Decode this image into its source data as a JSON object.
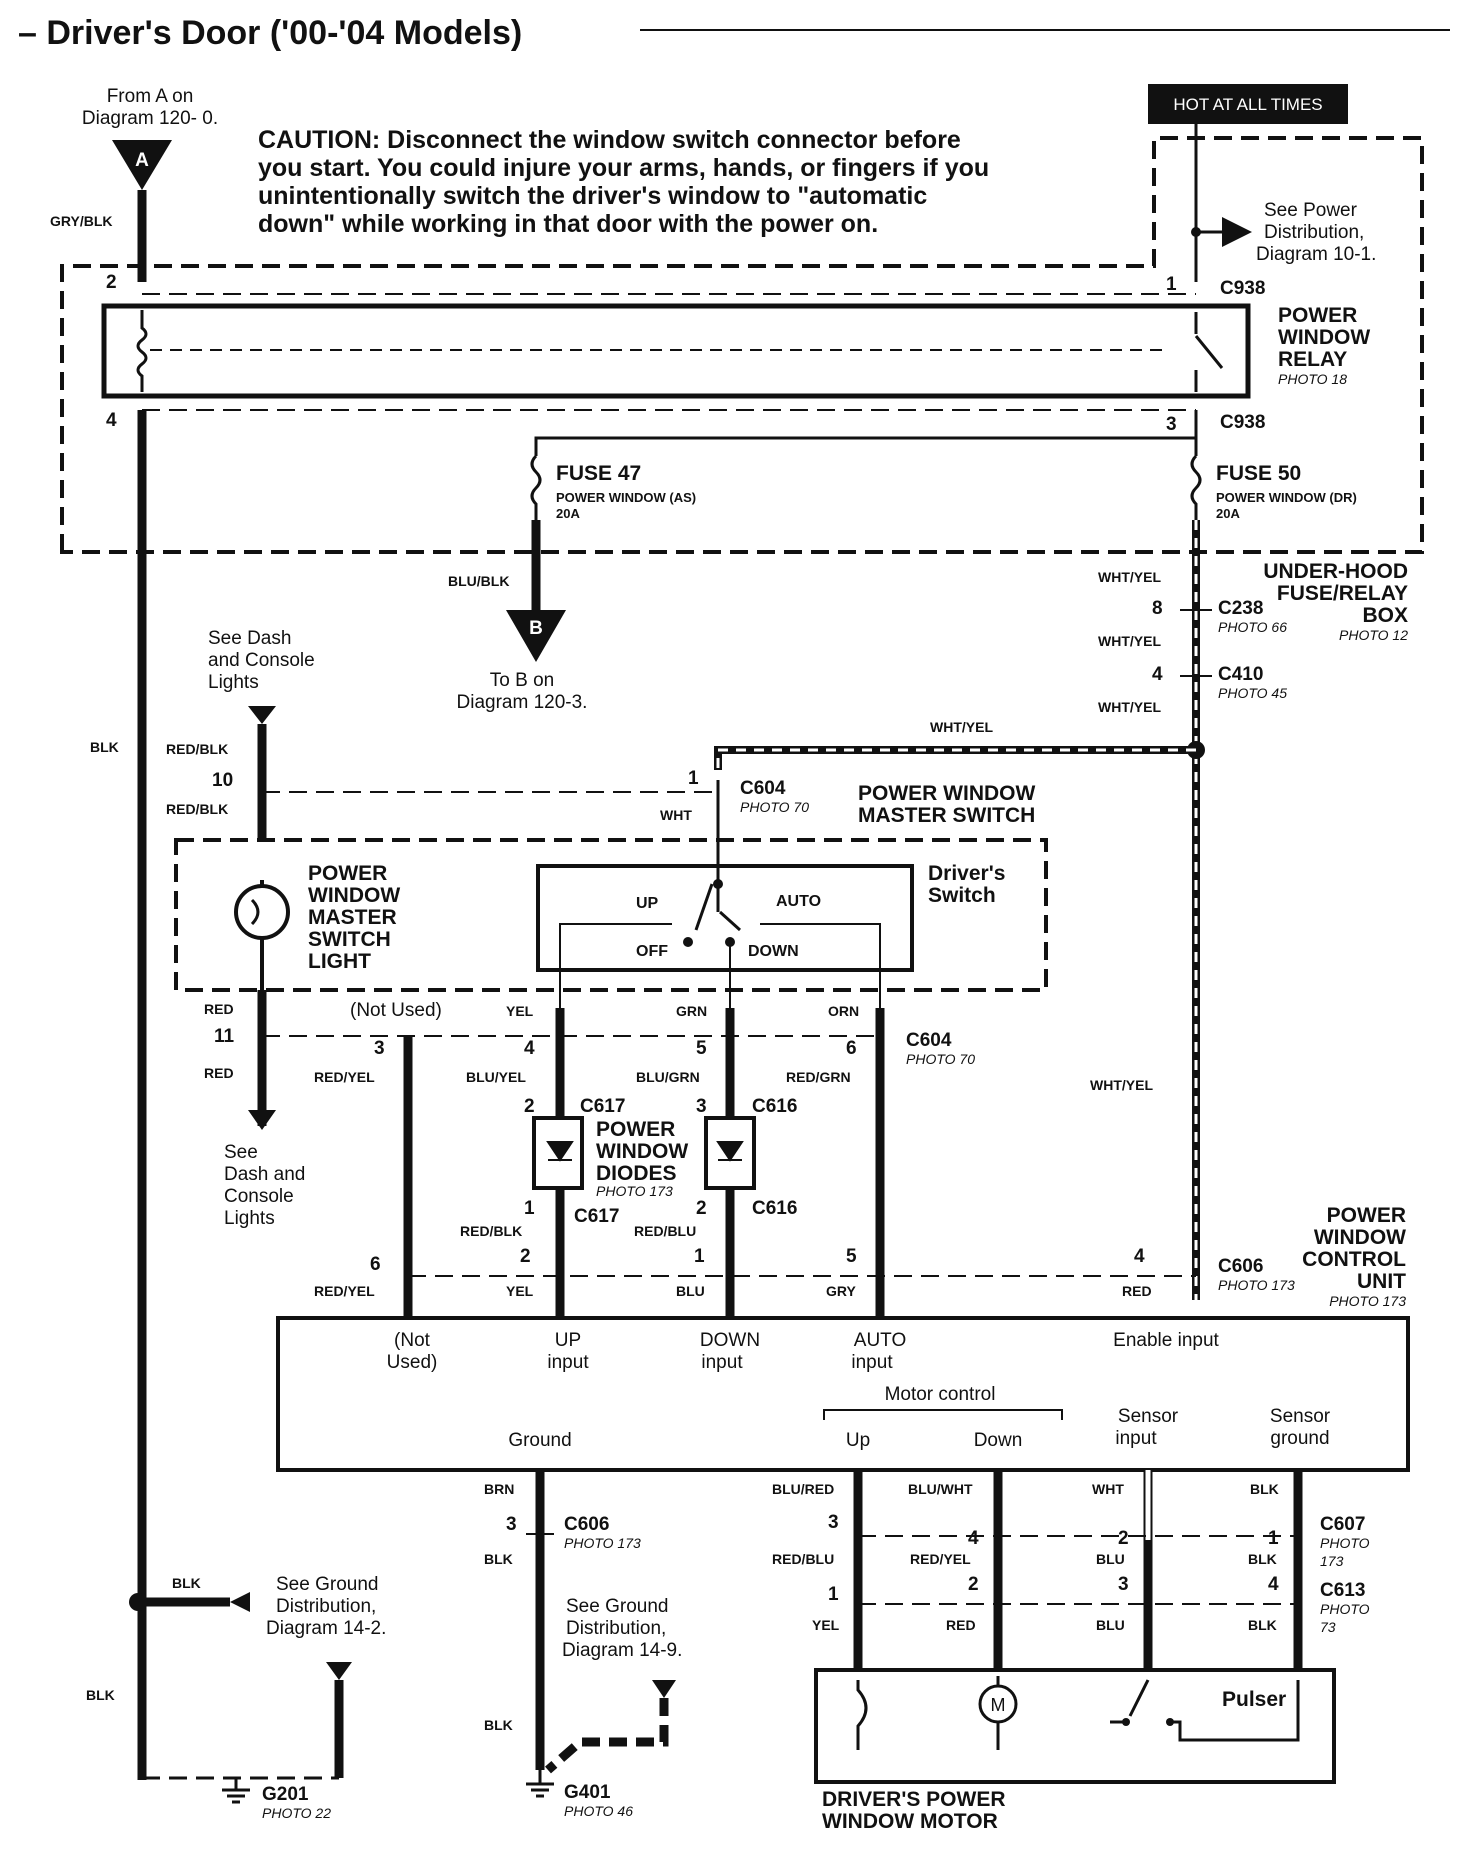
{
  "title": "– Driver's Door ('00-'04 Models)",
  "caution": [
    "CAUTION: Disconnect the window switch connector before",
    "you start. You could injure your arms, hands, or fingers if you",
    "unintentionally switch the driver's window to \"automatic",
    "down\" while working in that door with the power on."
  ],
  "hot_at_all_times": "HOT AT ALL TIMES",
  "refs": {
    "from_a": [
      "From A on",
      "Diagram 120- 0."
    ],
    "see_power": [
      "See Power",
      "Distribution,",
      "Diagram 10-1."
    ],
    "to_b": [
      "To B on",
      "Diagram 120-3."
    ],
    "dash_lights_top": [
      "See Dash",
      "and Console",
      "Lights"
    ],
    "dash_lights_bottom": [
      "See",
      "Dash and",
      "Console",
      "Lights"
    ],
    "ground_14_2": [
      "See Ground",
      "Distribution,",
      "Diagram 14-2."
    ],
    "ground_14_9": [
      "See Ground",
      "Distribution,",
      "Diagram 14-9."
    ]
  },
  "connector_letters": {
    "a": "A",
    "b": "B"
  },
  "relay": {
    "name": [
      "POWER",
      "WINDOW",
      "RELAY"
    ],
    "photo": "PHOTO 18",
    "connector": "C938",
    "pin1": "1",
    "pin2": "2",
    "pin3": "3",
    "pin4": "4"
  },
  "fuse47": {
    "name": "FUSE 47",
    "desc": "POWER WINDOW (AS)",
    "amps": "20A"
  },
  "fuse50": {
    "name": "FUSE 50",
    "desc": "POWER WINDOW (DR)",
    "amps": "20A"
  },
  "underhood_box": {
    "name": [
      "UNDER-HOOD",
      "FUSE/RELAY",
      "BOX"
    ],
    "photo": "PHOTO 12"
  },
  "connectors": {
    "c238": {
      "name": "C238",
      "photo": "PHOTO 66",
      "pin": "8"
    },
    "c410": {
      "name": "C410",
      "photo": "PHOTO 45",
      "pin": "4"
    },
    "c604_top": {
      "name": "C604",
      "photo": "PHOTO 70",
      "pin": "1"
    },
    "c604_bottom": {
      "name": "C604",
      "photo": "PHOTO 70"
    },
    "c617_top": {
      "name": "C617",
      "pin": "2"
    },
    "c617_bottom": {
      "name": "C617",
      "pin": "1"
    },
    "c616_top": {
      "name": "C616",
      "pin": "3"
    },
    "c616_bottom": {
      "name": "C616",
      "pin": "2"
    },
    "c606_top": {
      "name": "C606",
      "photo": "PHOTO 173"
    },
    "c606_bottom": {
      "name": "C606",
      "photo": "PHOTO 173",
      "pin": "3"
    },
    "c607": {
      "name": "C607",
      "photo": [
        "PHOTO",
        "173"
      ]
    },
    "c613": {
      "name": "C613",
      "photo": [
        "PHOTO",
        "73"
      ]
    }
  },
  "master_switch": {
    "name": [
      "POWER WINDOW",
      "MASTER SWITCH"
    ],
    "light": [
      "POWER",
      "WINDOW",
      "MASTER",
      "SWITCH",
      "LIGHT"
    ],
    "drivers_switch": [
      "Driver's",
      "Switch"
    ],
    "positions": {
      "up": "UP",
      "auto": "AUTO",
      "off": "OFF",
      "down": "DOWN"
    }
  },
  "diodes": {
    "name": [
      "POWER",
      "WINDOW",
      "DIODES"
    ],
    "photo": "PHOTO 173"
  },
  "control_unit": {
    "name": [
      "POWER",
      "WINDOW",
      "CONTROL",
      "UNIT"
    ],
    "photo": "PHOTO 173",
    "inputs": {
      "not_used": [
        "(Not",
        "Used)"
      ],
      "up": [
        "UP",
        "input"
      ],
      "down": [
        "DOWN",
        "input"
      ],
      "auto": [
        "AUTO",
        "input"
      ],
      "enable": "Enable input"
    },
    "ground": "Ground",
    "motor_control": "Motor control",
    "mc_up": "Up",
    "mc_down": "Down",
    "sensor_input": [
      "Sensor",
      "input"
    ],
    "sensor_ground": [
      "Sensor",
      "ground"
    ]
  },
  "motor": {
    "name": [
      "DRIVER'S POWER",
      "WINDOW MOTOR"
    ],
    "pulser": "Pulser",
    "m": "M"
  },
  "grounds": {
    "g201": {
      "name": "G201",
      "photo": "PHOTO 22"
    },
    "g401": {
      "name": "G401",
      "photo": "PHOTO 46"
    }
  },
  "wire_colors": {
    "gry_blk": "GRY/BLK",
    "blu_blk": "BLU/BLK",
    "blk": "BLK",
    "red_blk": "RED/BLK",
    "wht_yel": "WHT/YEL",
    "wht": "WHT",
    "red": "RED",
    "not_used": "(Not Used)",
    "yel": "YEL",
    "grn": "GRN",
    "orn": "ORN",
    "red_yel": "RED/YEL",
    "blu_yel": "BLU/YEL",
    "blu_grn": "BLU/GRN",
    "red_grn": "RED/GRN",
    "red_blu": "RED/BLU",
    "blu": "BLU",
    "gry": "GRY",
    "brn": "BRN",
    "blu_red": "BLU/RED",
    "blu_wht": "BLU/WHT"
  },
  "pins": {
    "p1": "1",
    "p2": "2",
    "p3": "3",
    "p4": "4",
    "p5": "5",
    "p6": "6",
    "p10": "10",
    "p11": "11"
  }
}
